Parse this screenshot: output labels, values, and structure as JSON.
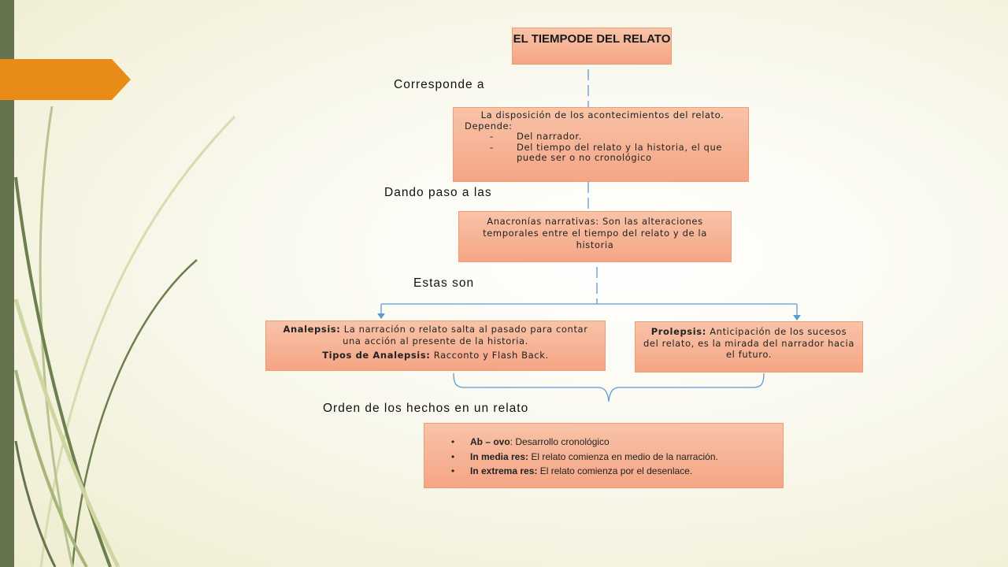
{
  "title": "EL TIEMPODE DEL RELATO",
  "labels": {
    "corresponde": "Corresponde a",
    "dando_paso": "Dando paso a las",
    "estas_son": "Estas son",
    "orden": "Orden de los hechos en un relato"
  },
  "disposicion": {
    "line1": "La disposición de los acontecimientos del relato.",
    "depende": "Depende:",
    "items": [
      {
        "dash": "-",
        "text": "Del narrador."
      },
      {
        "dash": "-",
        "text": "Del tiempo del relato y la historia, el que puede ser o no cronológico"
      }
    ]
  },
  "anacronias": "Anacronías narrativas: Son las alteraciones temporales entre el tiempo del relato y de la historia",
  "analepsis": {
    "term": "Analepsis:",
    "def": " La narración o relato salta al pasado para contar una acción al presente de la historia.",
    "tipos_term": "Tipos de Analepsis:",
    "tipos": " Racconto y Flash Back."
  },
  "prolepsis": {
    "term": "Prolepsis:",
    "def": " Anticipación de los sucesos del relato, es la mirada del narrador hacia el futuro."
  },
  "orden_items": [
    {
      "term": "Ab – ovo",
      "text": ": Desarrollo cronológico"
    },
    {
      "term": "In media res:",
      "text": " El relato comienza en medio de la narración."
    },
    {
      "term": "In extrema res:",
      "text": " El relato comienza por el desenlace."
    }
  ],
  "colors": {
    "accent_orange": "#e98b17",
    "sidebar_green": "#65744f",
    "box_fill": "#f5a585",
    "connector_blue": "#5b9bd5"
  }
}
